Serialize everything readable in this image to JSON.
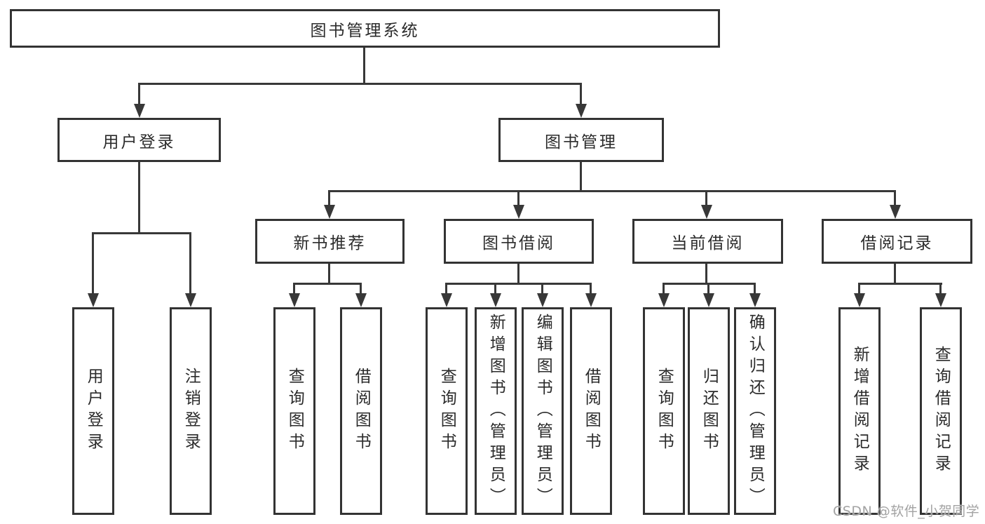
{
  "colors": {
    "line": "#383838",
    "box_border": "#333333",
    "text": "#2b2b2b",
    "watermark": "#a3a3a3",
    "background": "#ffffff"
  },
  "tree": {
    "root": "图书管理系统",
    "children": [
      {
        "label": "用户登录",
        "children": [
          "用户登录",
          "注销登录"
        ]
      },
      {
        "label": "图书管理",
        "children": [
          {
            "label": "新书推荐",
            "children": [
              "查询图书",
              "借阅图书"
            ]
          },
          {
            "label": "图书借阅",
            "children": [
              "查询图书",
              "新增图书（管理员）",
              "编辑图书（管理员）",
              "借阅图书"
            ]
          },
          {
            "label": "当前借阅",
            "children": [
              "查询图书",
              "归还图书",
              "确认归还（管理员）"
            ]
          },
          {
            "label": "借阅记录",
            "children": [
              "新增借阅记录",
              "查询借阅记录"
            ]
          }
        ]
      }
    ]
  },
  "watermark": {
    "text": "CSDN @软件_小贺同学"
  }
}
